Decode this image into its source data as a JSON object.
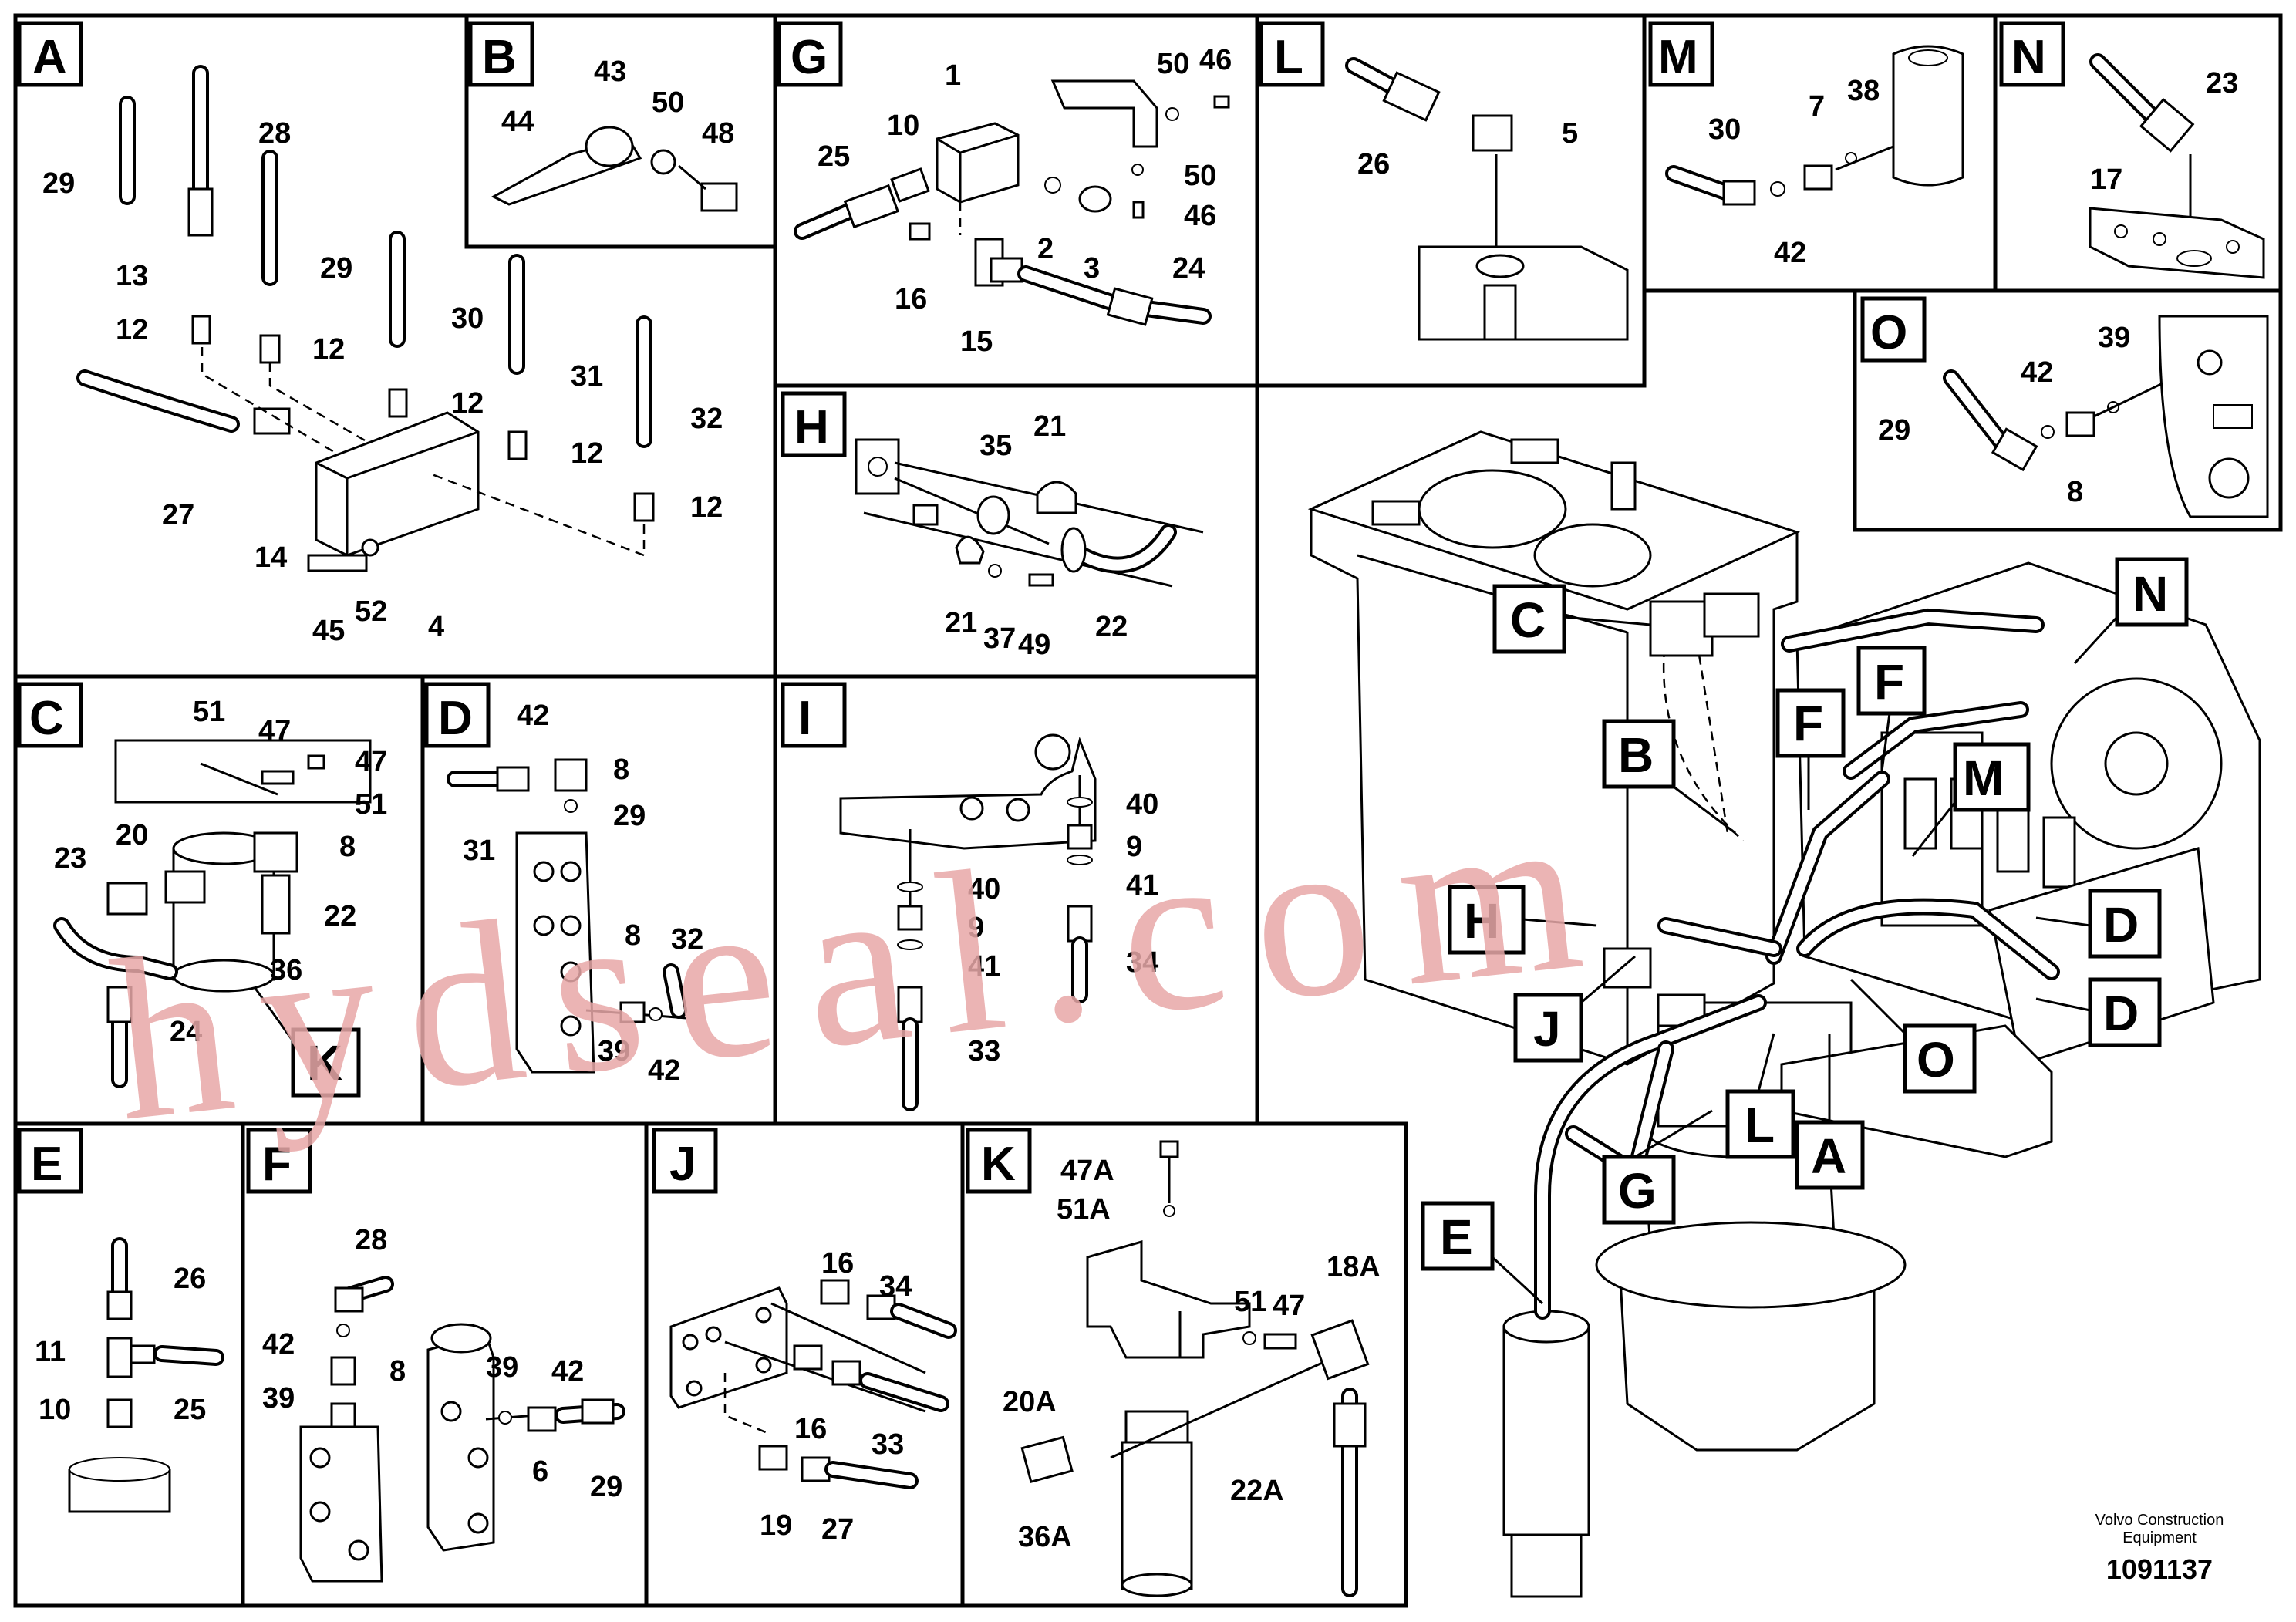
{
  "panels": {
    "A": {
      "label": "A",
      "parts": [
        "29",
        "28",
        "13",
        "29",
        "12",
        "12",
        "30",
        "12",
        "31",
        "12",
        "32",
        "12",
        "27",
        "14",
        "45",
        "52",
        "4"
      ]
    },
    "B": {
      "label": "B",
      "parts": [
        "43",
        "44",
        "50",
        "48"
      ]
    },
    "G": {
      "label": "G",
      "parts": [
        "1",
        "50",
        "46",
        "25",
        "10",
        "50",
        "46",
        "2",
        "3",
        "16",
        "15",
        "24"
      ]
    },
    "L": {
      "label": "L",
      "parts": [
        "26",
        "5"
      ]
    },
    "M": {
      "label": "M",
      "parts": [
        "30",
        "7",
        "38",
        "42"
      ]
    },
    "N": {
      "label": "N",
      "parts": [
        "23",
        "17"
      ]
    },
    "O": {
      "label": "O",
      "parts": [
        "39",
        "42",
        "29",
        "8"
      ]
    },
    "H": {
      "label": "H",
      "parts": [
        "35",
        "21",
        "21",
        "37",
        "49",
        "22"
      ]
    },
    "C": {
      "label": "C",
      "parts": [
        "51",
        "47",
        "47",
        "51",
        "23",
        "20",
        "8",
        "22",
        "36",
        "24"
      ]
    },
    "D": {
      "label": "D",
      "parts": [
        "42",
        "8",
        "29",
        "31",
        "8",
        "32",
        "39",
        "42"
      ]
    },
    "I": {
      "label": "I",
      "parts": [
        "40",
        "9",
        "41",
        "34",
        "40",
        "9",
        "41",
        "33"
      ]
    },
    "E": {
      "label": "E",
      "parts": [
        "26",
        "11",
        "25",
        "10"
      ]
    },
    "F": {
      "label": "F",
      "parts": [
        "28",
        "42",
        "8",
        "39",
        "39",
        "42",
        "6",
        "29"
      ]
    },
    "J": {
      "label": "J",
      "parts": [
        "16",
        "34",
        "33",
        "16",
        "19",
        "27"
      ]
    },
    "K": {
      "label": "K",
      "parts": [
        "47A",
        "51A",
        "51",
        "47",
        "18A",
        "20A",
        "22A",
        "36A"
      ]
    }
  },
  "inline_tag": {
    "K": "K"
  },
  "overview_tags": [
    "C",
    "N",
    "F",
    "F",
    "B",
    "M",
    "D",
    "H",
    "D",
    "J",
    "O",
    "L",
    "A",
    "G",
    "E"
  ],
  "footer": {
    "company_line1": "Volvo Construction",
    "company_line2": "Equipment",
    "drawing_number": "1091137"
  },
  "watermark": "hydseal.com"
}
